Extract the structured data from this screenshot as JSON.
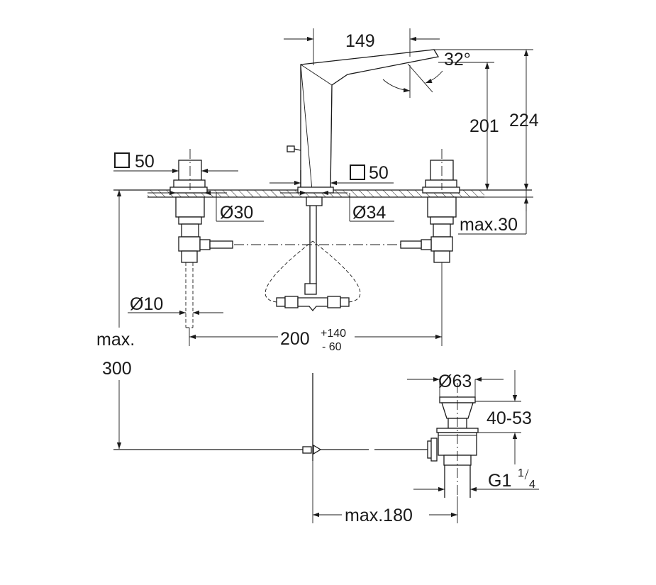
{
  "dimensions": {
    "spout_reach": "149",
    "spout_angle": "32°",
    "spout_height": "201",
    "total_height": "224",
    "handle_square": "50",
    "spout_square": "50",
    "handle_hole": "Ø30",
    "spout_hole": "Ø34",
    "deck_thickness": "max.30",
    "hose_diameter": "Ø10",
    "spread": "200",
    "spread_tol_plus": "+140",
    "spread_tol_minus": "- 60",
    "below_deck_1": "max.",
    "below_deck_2": "300",
    "waste_diameter": "Ø63",
    "waste_height": "40-53",
    "waste_thread": "G1",
    "waste_thread_num": "1",
    "waste_thread_den": "4",
    "waste_reach": "max.180"
  }
}
